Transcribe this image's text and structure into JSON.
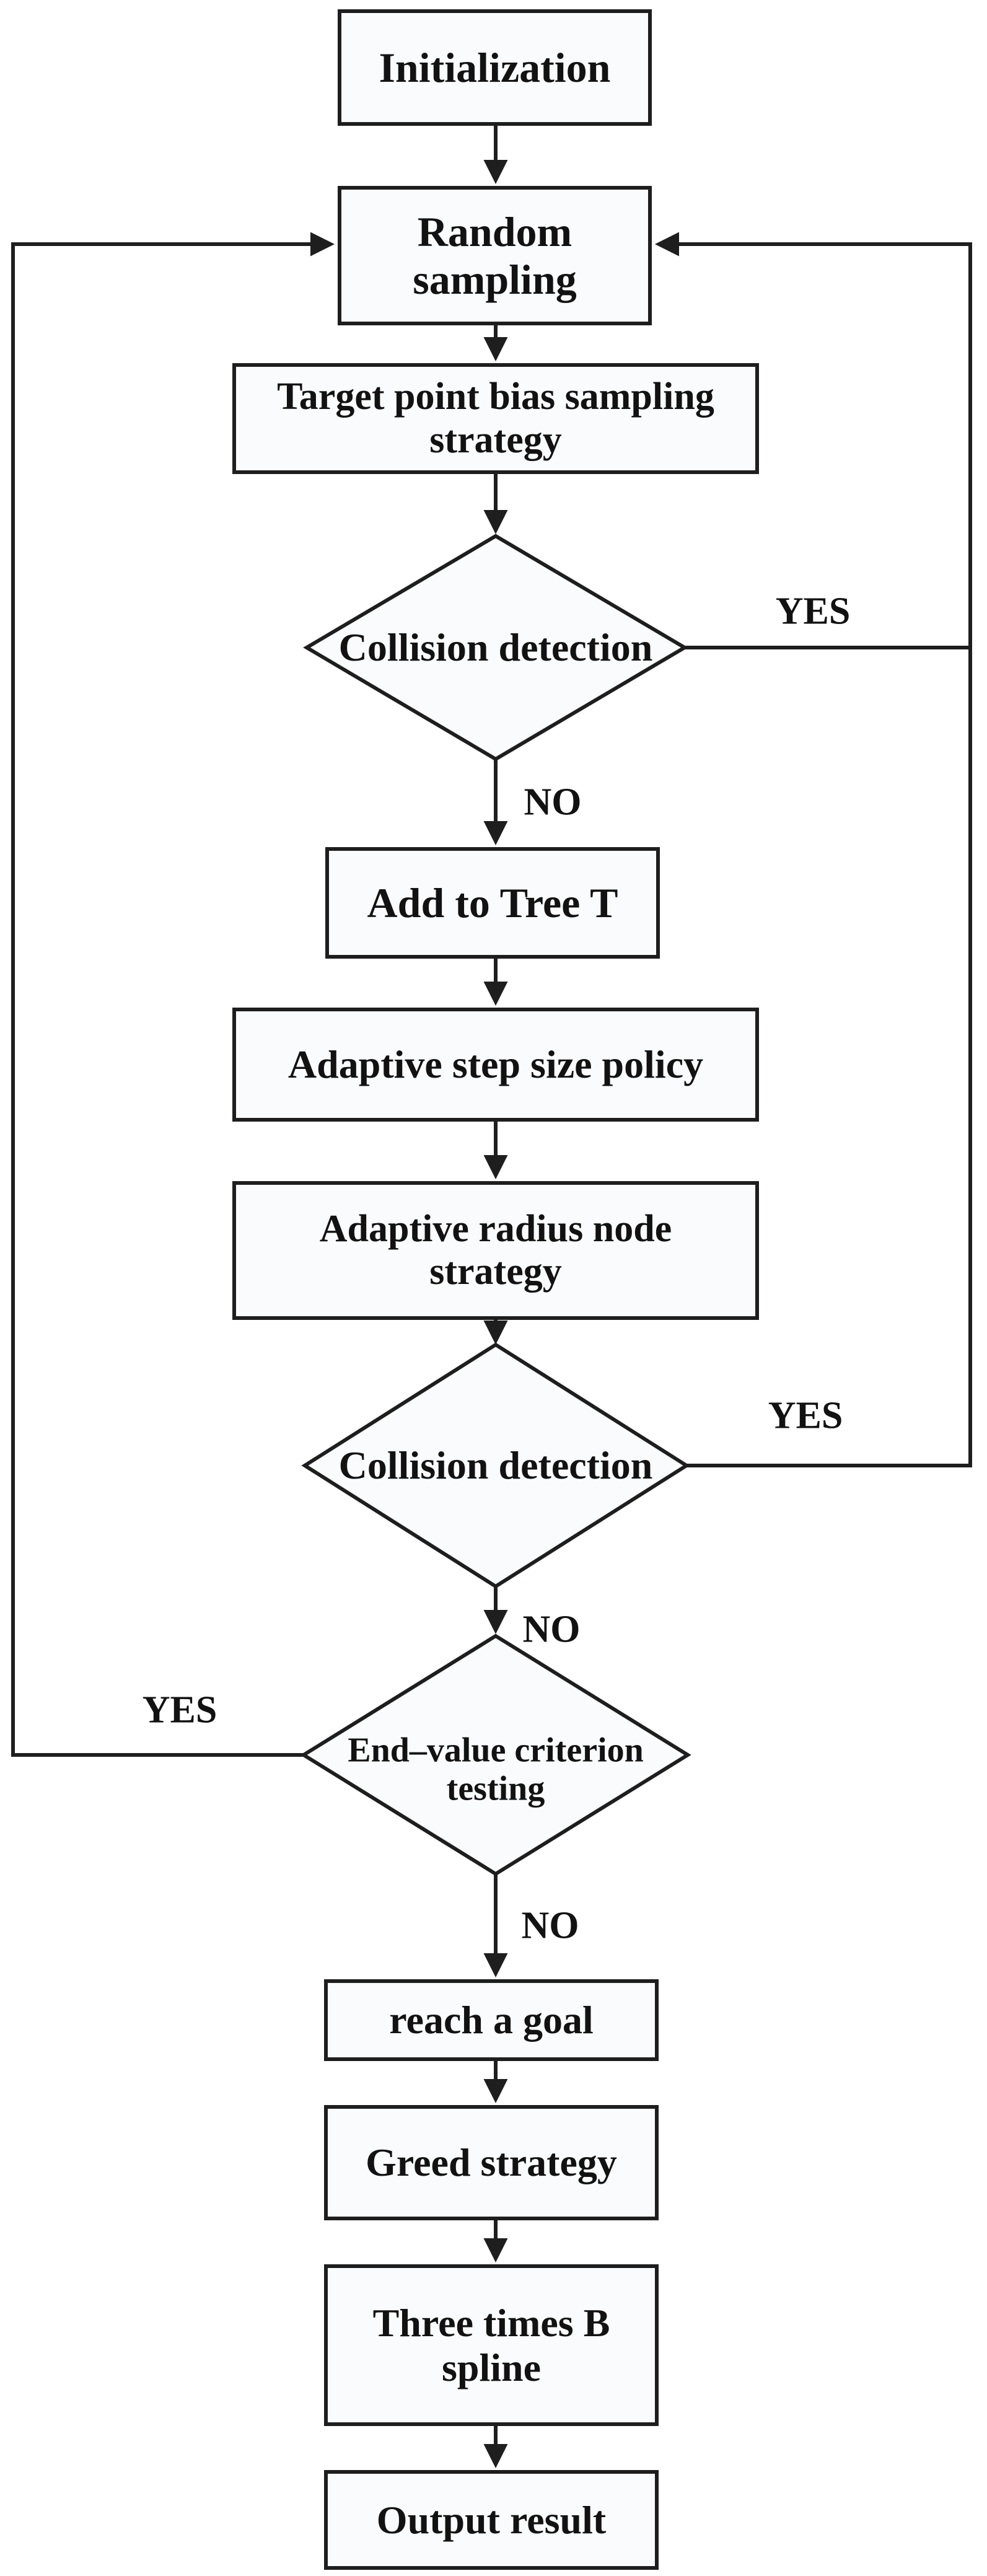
{
  "flowchart": {
    "nodes": [
      {
        "id": "initialization",
        "type": "process",
        "lines": [
          "Initialization"
        ]
      },
      {
        "id": "random-sampling",
        "type": "process",
        "lines": [
          "Random",
          "sampling"
        ]
      },
      {
        "id": "target-point-bias-sampling-strategy",
        "type": "process",
        "lines": [
          "Target point bias sampling",
          "strategy"
        ]
      },
      {
        "id": "collision-detection-1",
        "type": "decision",
        "lines": [
          "Collision detection"
        ]
      },
      {
        "id": "add-to-tree-t",
        "type": "process",
        "lines": [
          "Add to Tree T"
        ]
      },
      {
        "id": "adaptive-step-size-policy",
        "type": "process",
        "lines": [
          "Adaptive step size policy"
        ]
      },
      {
        "id": "adaptive-radius-node-strategy",
        "type": "process",
        "lines": [
          "Adaptive radius node",
          "strategy"
        ]
      },
      {
        "id": "collision-detection-2",
        "type": "decision",
        "lines": [
          "Collision detection"
        ]
      },
      {
        "id": "end-value-criterion-testing",
        "type": "decision",
        "lines": [
          "End–value criterion",
          "testing"
        ]
      },
      {
        "id": "reach-a-goal",
        "type": "process",
        "lines": [
          "reach a goal"
        ]
      },
      {
        "id": "greed-strategy",
        "type": "process",
        "lines": [
          "Greed strategy"
        ]
      },
      {
        "id": "three-times-b-spline",
        "type": "process",
        "lines": [
          "Three times B",
          "spline"
        ]
      },
      {
        "id": "output-result",
        "type": "process",
        "lines": [
          "Output result"
        ]
      }
    ],
    "edges": [
      {
        "from": "initialization",
        "to": "random-sampling",
        "label": ""
      },
      {
        "from": "random-sampling",
        "to": "target-point-bias-sampling-strategy",
        "label": ""
      },
      {
        "from": "target-point-bias-sampling-strategy",
        "to": "collision-detection-1",
        "label": ""
      },
      {
        "from": "collision-detection-1",
        "to": "add-to-tree-t",
        "label": "NO"
      },
      {
        "from": "collision-detection-1",
        "to": "random-sampling",
        "label": "YES"
      },
      {
        "from": "add-to-tree-t",
        "to": "adaptive-step-size-policy",
        "label": ""
      },
      {
        "from": "adaptive-step-size-policy",
        "to": "adaptive-radius-node-strategy",
        "label": ""
      },
      {
        "from": "adaptive-radius-node-strategy",
        "to": "collision-detection-2",
        "label": ""
      },
      {
        "from": "collision-detection-2",
        "to": "end-value-criterion-testing",
        "label": "NO"
      },
      {
        "from": "collision-detection-2",
        "to": "random-sampling",
        "label": "YES"
      },
      {
        "from": "end-value-criterion-testing",
        "to": "reach-a-goal",
        "label": "NO"
      },
      {
        "from": "end-value-criterion-testing",
        "to": "random-sampling",
        "label": "YES"
      },
      {
        "from": "reach-a-goal",
        "to": "greed-strategy",
        "label": ""
      },
      {
        "from": "greed-strategy",
        "to": "three-times-b-spline",
        "label": ""
      },
      {
        "from": "three-times-b-spline",
        "to": "output-result",
        "label": ""
      }
    ],
    "colors": {
      "line": "#1e1e1e",
      "node_fill": "#fafbfc",
      "text": "#121212",
      "background": "#ffffff"
    }
  }
}
